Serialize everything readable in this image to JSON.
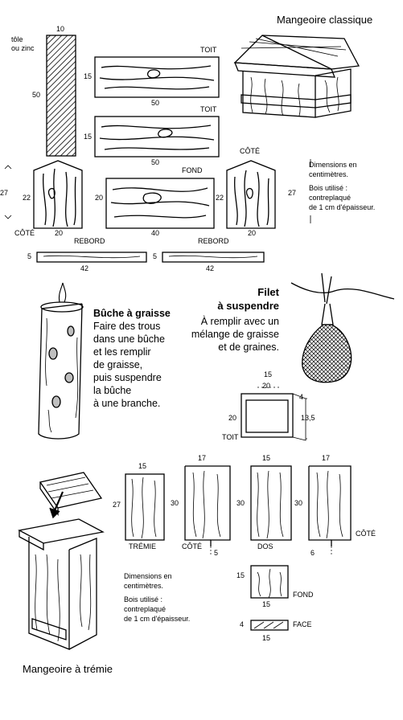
{
  "titles": {
    "classic": "Mangeoire classique",
    "hopper": "Mangeoire à trémie",
    "log": [
      "Bûche à graisse",
      "Faire des trous",
      "dans une bûche",
      "et les remplir",
      "de graisse,",
      "puis suspendre",
      "la bûche",
      "à une branche."
    ],
    "net_title": [
      "Filet",
      "à suspendre"
    ],
    "net_body": [
      "À remplir avec un",
      "mélange de graisse",
      "et de graines."
    ]
  },
  "notes": {
    "classic": [
      "Dimensions en",
      "centimètres.",
      "",
      "Bois utilisé :",
      "contreplaqué",
      "de 1 cm d'épaisseur."
    ],
    "hopper": [
      "Dimensions en",
      "centimètres.",
      "",
      "Bois utilisé :",
      "contreplaqué",
      "de 1 cm d'épaisseur."
    ]
  },
  "labels": {
    "tole": [
      "tôle",
      "ou zinc"
    ],
    "toit": "TOIT",
    "cote": "CÔTÉ",
    "fond": "FOND",
    "rebord": "REBORD",
    "tremie": "TRÉMIE",
    "dos": "DOS",
    "face": "FACE"
  },
  "dims": {
    "d10": "10",
    "d50": "50",
    "d15": "15",
    "d22": "22",
    "d20": "20",
    "d40": "40",
    "d27": "27",
    "d5": "5",
    "d42": "42",
    "d4": "4",
    "d13_5": "13,5",
    "d17": "17",
    "d30": "30",
    "d6": "6"
  },
  "colors": {
    "ink": "#000000",
    "paper": "#ffffff"
  }
}
